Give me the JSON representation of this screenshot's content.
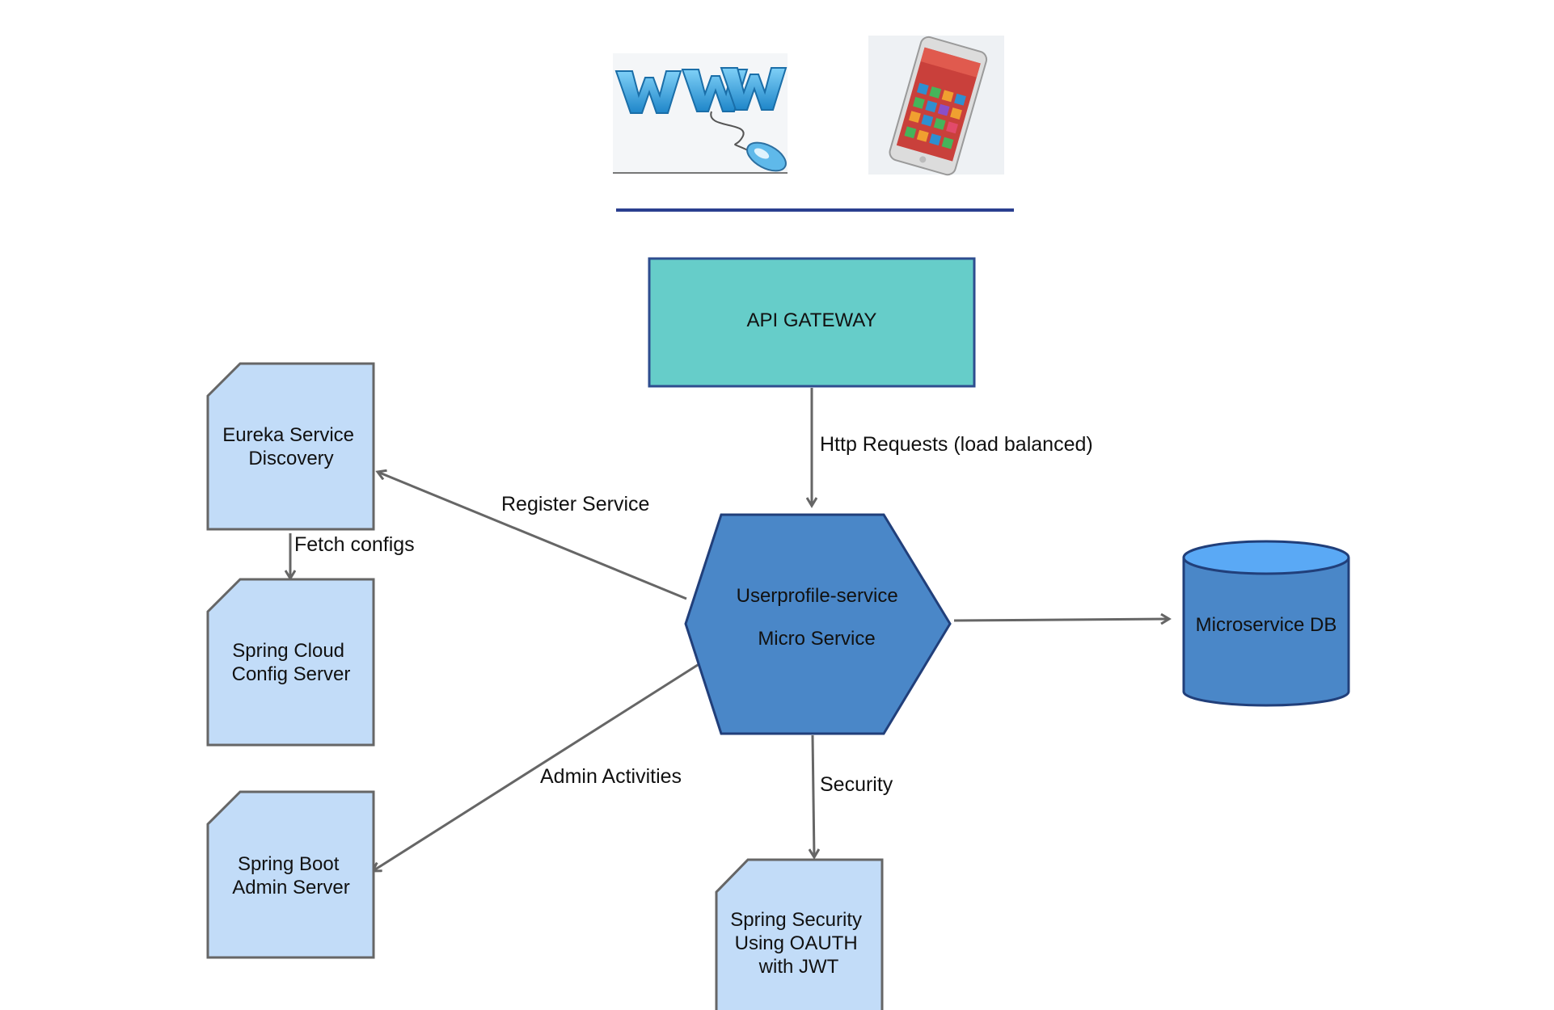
{
  "colors": {
    "gateway_fill": "#66cdc9",
    "gateway_stroke": "#2e4d8f",
    "doc_fill": "#c2dcf8",
    "doc_stroke": "#666666",
    "hex_fill": "#4a87c8",
    "hex_stroke": "#213f7a",
    "db_top": "#5aa9f5",
    "arrow": "#666666",
    "separator": "#2a3f8f"
  },
  "icons": {
    "www": "www-mouse-icon",
    "mobile": "mobile-phone-icon"
  },
  "nodes": {
    "api_gateway": "API GATEWAY",
    "eureka": [
      "Eureka Service",
      "Discovery"
    ],
    "config": [
      "Spring Cloud",
      "Config Server"
    ],
    "admin": [
      "Spring Boot",
      "Admin Server"
    ],
    "security": [
      "Spring Security",
      "Using OAUTH",
      "with JWT"
    ],
    "microservice": [
      "Userprofile-service",
      "Micro Service"
    ],
    "database": "Microservice DB"
  },
  "edges": {
    "http": "Http Requests (load balanced)",
    "register": "Register Service",
    "fetch": "Fetch configs",
    "admin": "Admin Activities",
    "security": "Security"
  }
}
